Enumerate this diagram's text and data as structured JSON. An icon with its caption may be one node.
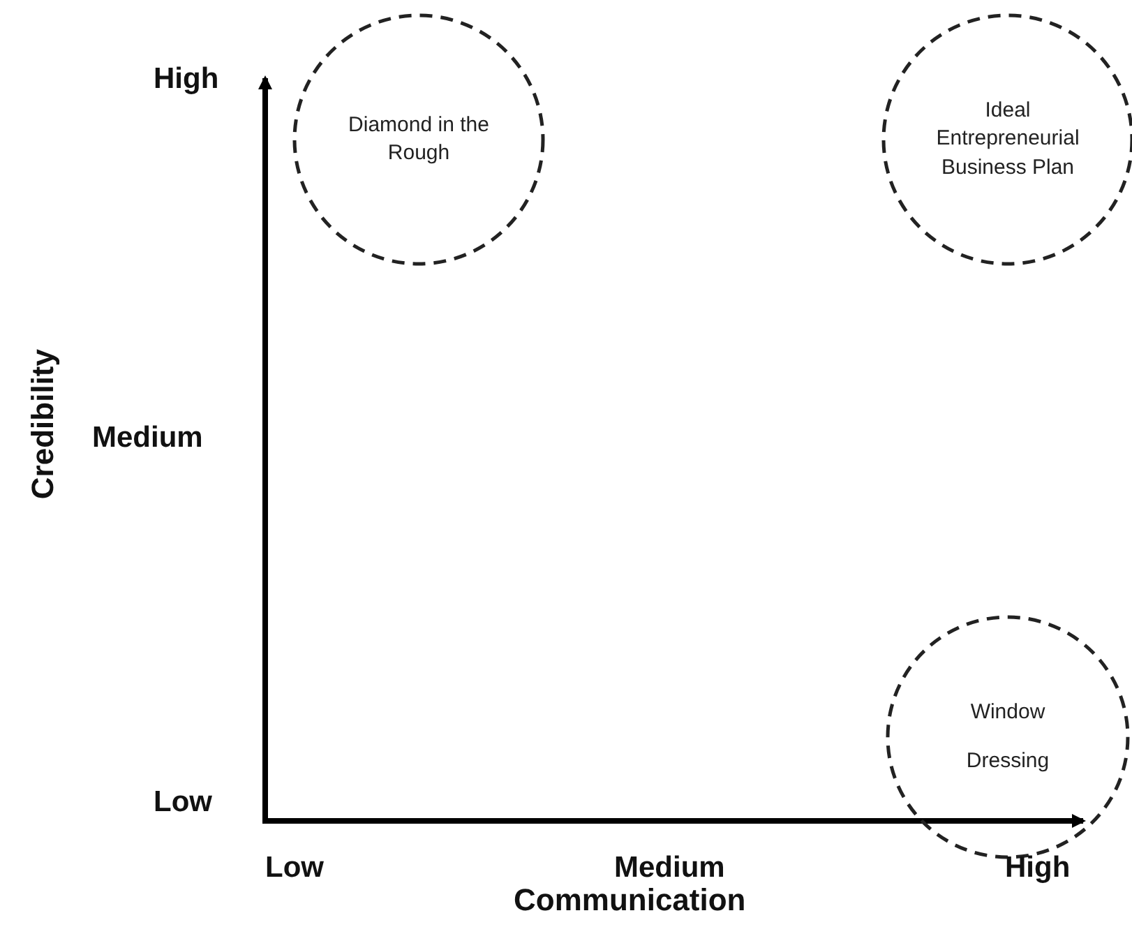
{
  "diagram": {
    "nodes": [
      {
        "text": [
          "Diamond in the Rough"
        ]
      },
      {
        "text": [
          "Ideal Entrepreneurial Business Plan"
        ]
      },
      {
        "text": [
          "Window Dressing"
        ]
      }
    ],
    "labels": [
      "High",
      "Credibility",
      "Medium",
      "Low",
      "Low",
      "Medium",
      "High",
      "Communication"
    ]
  }
}
